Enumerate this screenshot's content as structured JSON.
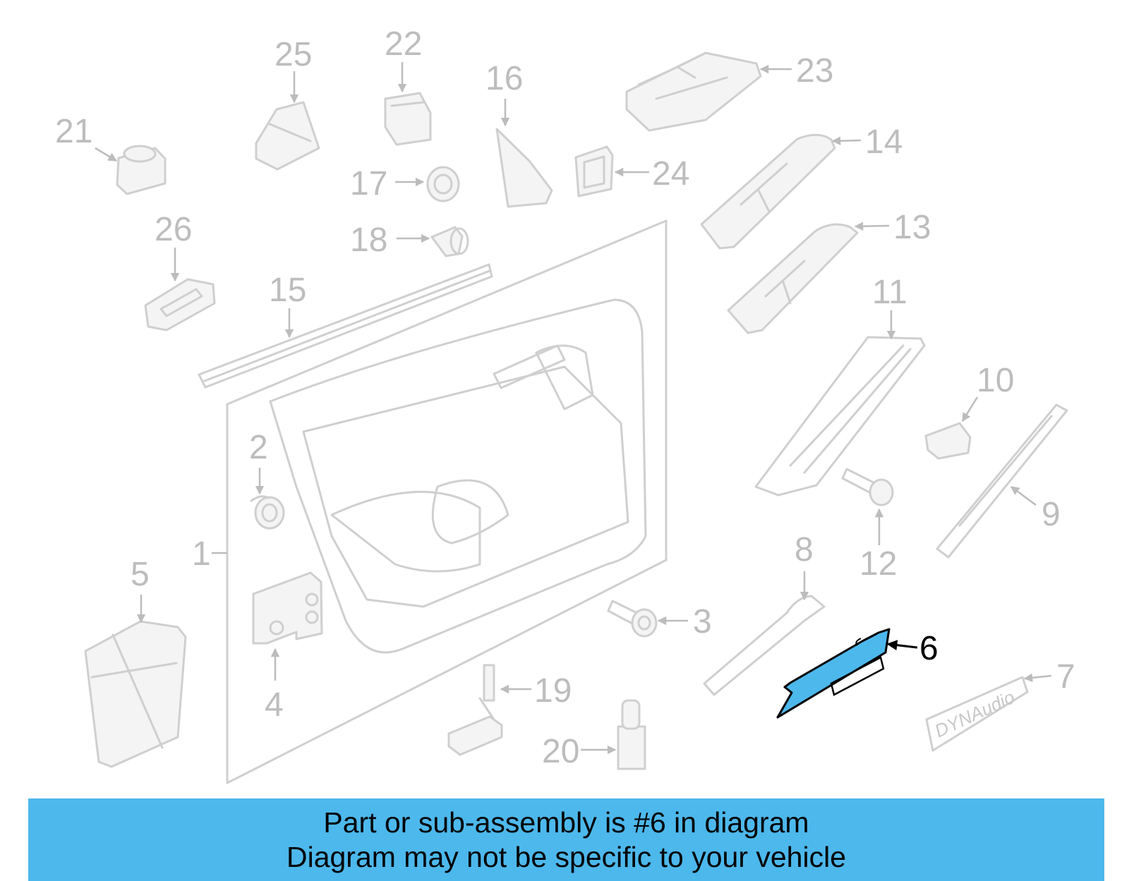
{
  "diagram": {
    "highlight_color": "#4db8ec",
    "highlighted_part": "6",
    "callouts": {
      "n1": "1",
      "n2": "2",
      "n3": "3",
      "n4": "4",
      "n5": "5",
      "n6": "6",
      "n7": "7",
      "n8": "8",
      "n9": "9",
      "n10": "10",
      "n11": "11",
      "n12": "12",
      "n13": "13",
      "n14": "14",
      "n15": "15",
      "n16": "16",
      "n17": "17",
      "n18": "18",
      "n19": "19",
      "n20": "20",
      "n21": "21",
      "n22": "22",
      "n23": "23",
      "n24": "24",
      "n25": "25",
      "n26": "26"
    },
    "emblem_text": "DYNAudio"
  },
  "banner": {
    "line1": "Part or sub-assembly is #6 in diagram",
    "line2": "Diagram may not be specific to your vehicle",
    "color": "#4db8ec"
  }
}
